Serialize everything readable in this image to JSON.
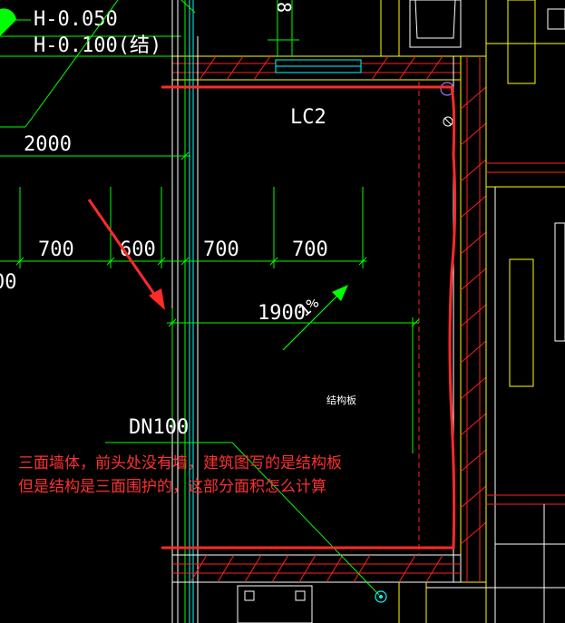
{
  "level_labels": {
    "top": "H-0.050",
    "bottom": "H-0.100(结)"
  },
  "dimensions": {
    "total_width": "2000",
    "segments": [
      "700",
      "600",
      "700",
      "700"
    ],
    "left_partial": "00",
    "balcony_width": "1900",
    "top_partial": "8"
  },
  "tags": {
    "window": "LC2",
    "pipe": "DN100",
    "slope": "1%",
    "structural_slab": "结构板"
  },
  "annotation": {
    "line1": "三面墙体，前头处没有墙，建筑图写的是结构板",
    "line2": "但是结构是三面围护的，这部分面积怎么计算"
  },
  "colors": {
    "background": "#000000",
    "dimension": "#00ff00",
    "text": "#ffffff",
    "wall": "#ffff00",
    "hatch": "#ff2020",
    "column": "#00ffff",
    "markup": "#ff2a2a"
  }
}
